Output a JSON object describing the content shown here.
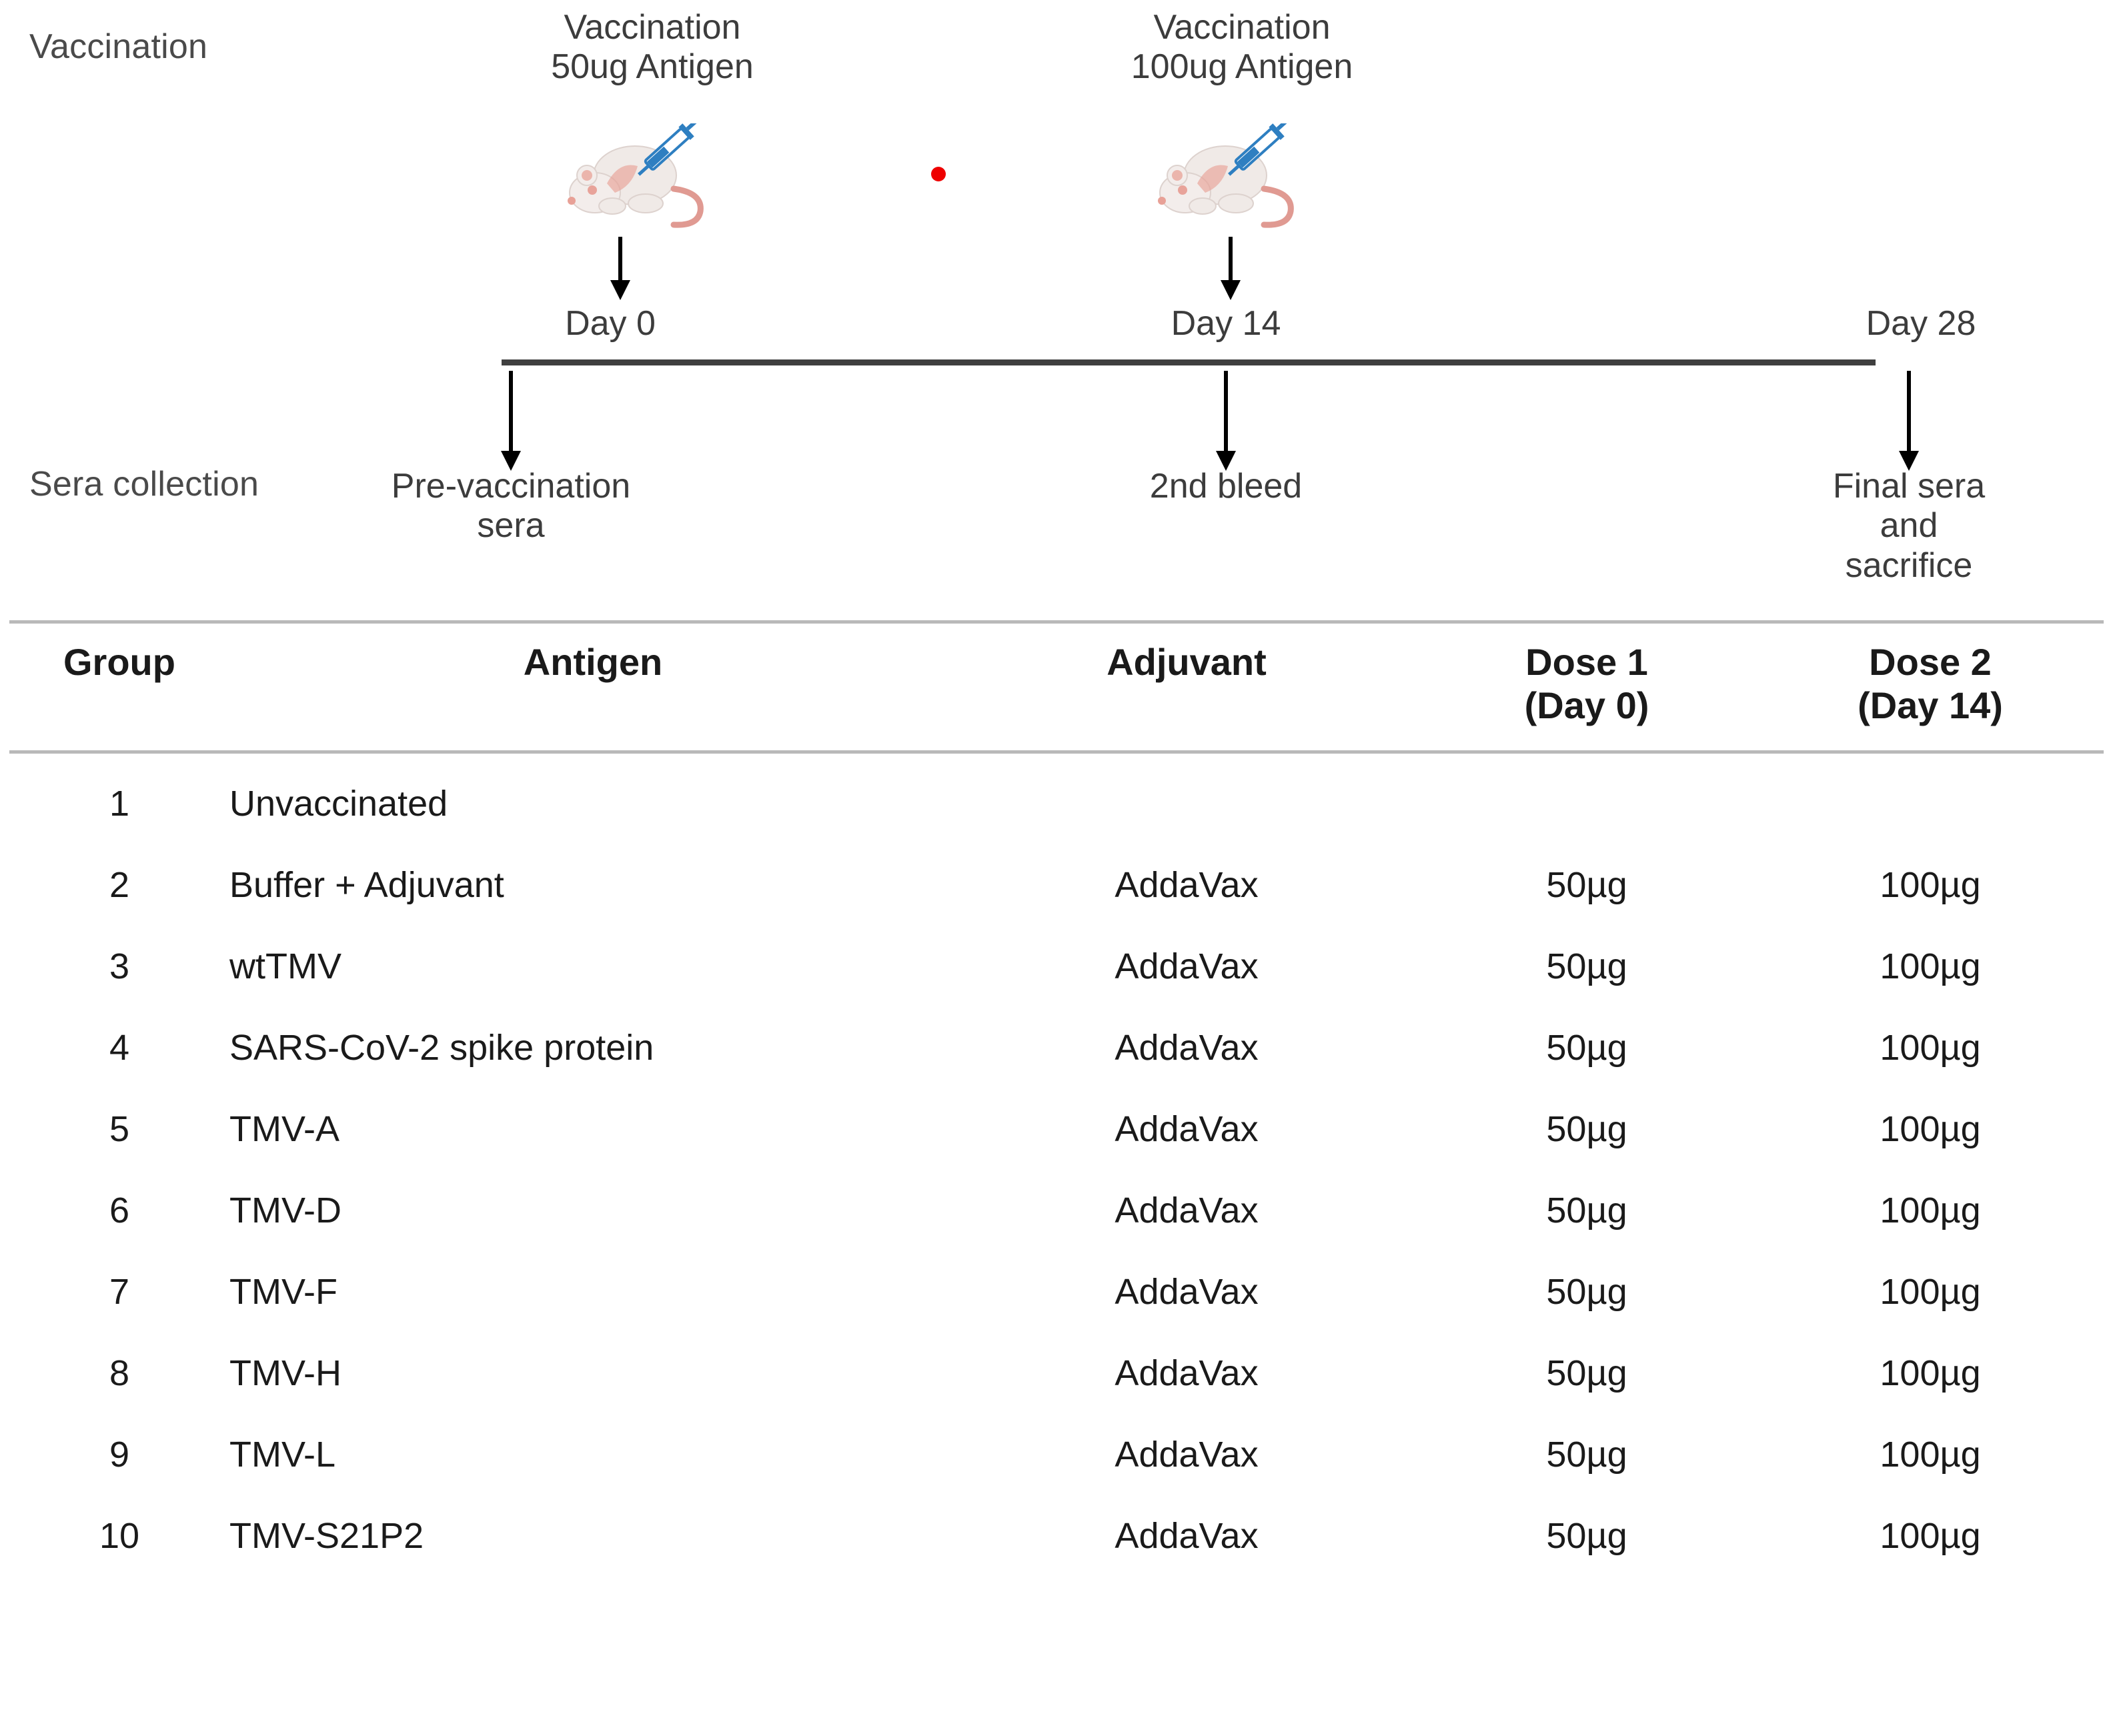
{
  "schematic": {
    "rows": {
      "vaccination_label": "Vaccination",
      "sera_label": "Sera collection"
    },
    "vaccination_events": [
      {
        "caption": "Vaccination\n50ug Antigen",
        "day_label": "Day 0",
        "icon": "mouse-syringe-icon"
      },
      {
        "caption": "Vaccination\n100ug Antigen",
        "day_label": "Day 14",
        "icon": "mouse-syringe-icon"
      }
    ],
    "timeline_days": [
      "Day 0",
      "Day 14",
      "Day 28"
    ],
    "sera_events": [
      "Pre-vaccination\nsera",
      "2nd bleed",
      "Final sera and\nsacrifice"
    ],
    "artifact_dot_color": "#ee0000",
    "axis_color": "#3f3f3f"
  },
  "table": {
    "headers": {
      "group": "Group",
      "antigen": "Antigen",
      "adjuvant": "Adjuvant",
      "dose1": "Dose 1\n(Day 0)",
      "dose2": "Dose 2\n(Day 14)"
    },
    "rows": [
      {
        "group": "1",
        "antigen": "Unvaccinated",
        "adjuvant": "",
        "dose1": "",
        "dose2": ""
      },
      {
        "group": "2",
        "antigen": "Buffer + Adjuvant",
        "adjuvant": "AddaVax",
        "dose1": "50µg",
        "dose2": "100µg"
      },
      {
        "group": "3",
        "antigen": "wtTMV",
        "adjuvant": "AddaVax",
        "dose1": "50µg",
        "dose2": "100µg"
      },
      {
        "group": "4",
        "antigen": "SARS-CoV-2 spike protein",
        "adjuvant": "AddaVax",
        "dose1": "50µg",
        "dose2": "100µg"
      },
      {
        "group": "5",
        "antigen": "TMV-A",
        "adjuvant": "AddaVax",
        "dose1": "50µg",
        "dose2": "100µg"
      },
      {
        "group": "6",
        "antigen": "TMV-D",
        "adjuvant": "AddaVax",
        "dose1": "50µg",
        "dose2": "100µg"
      },
      {
        "group": "7",
        "antigen": "TMV-F",
        "adjuvant": "AddaVax",
        "dose1": "50µg",
        "dose2": "100µg"
      },
      {
        "group": "8",
        "antigen": "TMV-H",
        "adjuvant": "AddaVax",
        "dose1": "50µg",
        "dose2": "100µg"
      },
      {
        "group": "9",
        "antigen": "TMV-L",
        "adjuvant": "AddaVax",
        "dose1": "50µg",
        "dose2": "100µg"
      },
      {
        "group": "10",
        "antigen": "TMV-S21P2",
        "adjuvant": "AddaVax",
        "dose1": "50µg",
        "dose2": "100µg"
      }
    ]
  },
  "colors": {
    "text": "#231f20",
    "rule": "#b9b9b9",
    "axis": "#3f3f3f",
    "syringe": "#2e7fc1",
    "mouse_body": "#efe9e6",
    "mouse_pink": "#e8a197",
    "dot": "#ee0000"
  }
}
